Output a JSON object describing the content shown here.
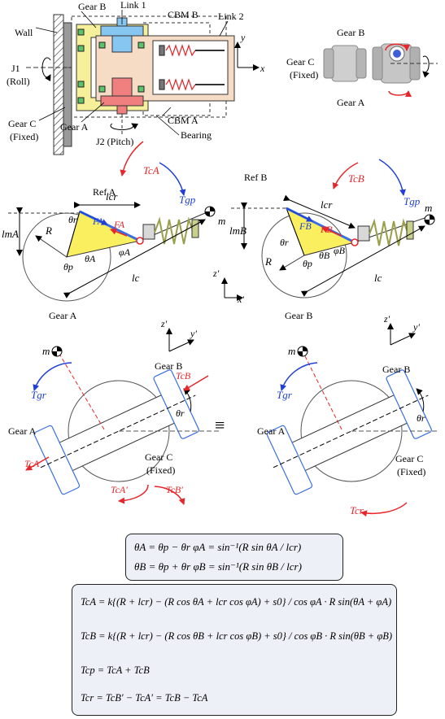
{
  "colors": {
    "red": "#e8252a",
    "blue": "#1f3fd8",
    "gear_a_fill": "#f08080",
    "gear_b_fill": "#87c6f0",
    "bearing_fill": "#f6f09a",
    "link_fill": "#f6dcc4",
    "triangle_fill": "#f9ef5f",
    "box_fill": "#eef0f7",
    "spring": "#c8d08a"
  },
  "top": {
    "labels": {
      "gear_b": "Gear B",
      "link1": "Link 1",
      "cbm_b": "CBM B",
      "link2": "Link 2",
      "wall": "Wall",
      "j1": "J1",
      "roll": "(Roll)",
      "gear_c": "Gear C",
      "fixed": "(Fixed)",
      "gear_a": "Gear A",
      "j2": "J2 (Pitch)",
      "cbm_a": "CBM A",
      "bearing": "Bearing",
      "y": "y",
      "x": "x"
    },
    "right_labels": {
      "gear_b": "Gear B",
      "gear_c": "Gear C",
      "fixed": "(Fixed)",
      "gear_a": "Gear A"
    }
  },
  "middle": {
    "left": {
      "ref": "Ref A",
      "t_ca": "TcA",
      "t_gp": "Tgp",
      "l_cr": "lcr",
      "l_ma": "lmA",
      "r": "R",
      "theta_r": "θr",
      "theta_p": "θp",
      "theta_a": "θA",
      "phi_a": "φA",
      "f_a_blue": "FA",
      "f_a_red": "FA",
      "m": "m",
      "l_c": "lc",
      "gear": "Gear A"
    },
    "right": {
      "ref": "Ref B",
      "t_cb": "TcB",
      "t_gp": "Tgp",
      "l_cr": "lcr",
      "l_mb": "lmB",
      "r": "R",
      "theta_r": "θr",
      "theta_p": "θp",
      "theta_b": "θB",
      "phi_b": "φB",
      "f_b_blue": "FB",
      "f_b_red": "FB",
      "m": "m",
      "l_c": "lc",
      "gear": "Gear B"
    },
    "axes": {
      "z": "z′",
      "x": "x′"
    }
  },
  "lower": {
    "axes": {
      "z": "z′",
      "y": "y′"
    },
    "left": {
      "m": "m",
      "gear_b": "Gear B",
      "t_cb": "TcB",
      "t_gr": "Tgr",
      "theta_r": "θr",
      "gear_a": "Gear A",
      "t_ca": "TcA",
      "gear_c": "Gear C",
      "fixed": "(Fixed)",
      "t_ca_prime": "TcA′",
      "t_cb_prime": "TcB′"
    },
    "equiv": "≡",
    "right": {
      "m": "m",
      "gear_b": "Gear B",
      "t_gr": "Tgr",
      "theta_r": "θr",
      "gear_a": "Gear A",
      "gear_c": "Gear C",
      "fixed": "(Fixed)",
      "t_cr": "Tcr"
    }
  },
  "equations": {
    "small_box": [
      "θA = θp − θr        φA = sin⁻¹(R sin θA / lcr)",
      "θB = θp + θr        φB = sin⁻¹(R sin θB / lcr)"
    ],
    "big_box": [
      "TcA = k{(R + lcr) − (R cos θA + lcr cos φA) + s0} / cos φA · R sin(θA + φA)",
      "TcB = k{(R + lcr) − (R cos θB + lcr cos φB) + s0} / cos φB · R sin(θB + φB)",
      "Tcp = TcA + TcB",
      "Tcr = TcB′ − TcA′ = TcB − TcA"
    ]
  }
}
